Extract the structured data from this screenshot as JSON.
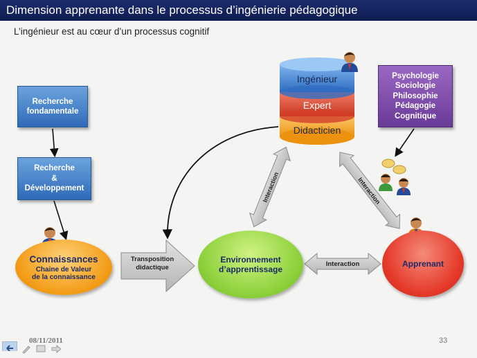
{
  "slide": {
    "title": "Dimension apprenante dans le processus d’ingénierie pédagogique",
    "subtitle": "L’ingénieur est au cœur d’un processus cognitif",
    "footer_date": "08/11/2011",
    "page_number": "33"
  },
  "diagram": {
    "research_box": {
      "line1": "Recherche",
      "line2": "fondamentale"
    },
    "rd_box": {
      "line1": "Recherche",
      "line2": "&",
      "line3": "Développement"
    },
    "knowledge_oval": {
      "title": "Connaissances",
      "line1": "Chaine de Valeur",
      "line2": "de la connaissance"
    },
    "transposition_arrow": {
      "line1": "Transposition",
      "line2": "didactique"
    },
    "environment_oval": {
      "line1": "Environnement",
      "line2": "d’apprentissage"
    },
    "learner_oval": {
      "label": "Apprenant"
    },
    "stack": {
      "top": "Ingénieur",
      "middle": "Expert",
      "bottom": "Didacticien"
    },
    "disciplines": [
      "Psychologie",
      "Sociologie",
      "Philosophie",
      "Pédagogie",
      "Cognitique"
    ],
    "interaction_left": "Interaction",
    "interaction_right": "Interaction",
    "interaction_bottom": "Interaction"
  },
  "colors": {
    "title_bar": "#14236a",
    "blue_box": "#3d78c6",
    "purple_box": "#7a48a8",
    "knowledge": "#f3a21f",
    "environment": "#8ed13c",
    "learner": "#e53a2a",
    "stack_blue": "#3a7fd0",
    "stack_red": "#de4b36",
    "stack_orange": "#f4a62a",
    "arrow_gray": "#c8c8c8"
  },
  "icons": [
    "person-icon",
    "people-group-icon",
    "back-arrow-icon",
    "pen-icon",
    "slide-icon",
    "next-arrow-icon"
  ]
}
